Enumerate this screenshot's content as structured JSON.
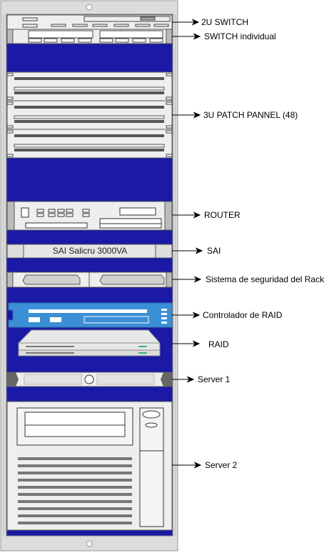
{
  "diagram": {
    "labels": {
      "switch_2u": "2U SWITCH",
      "switch_individual": "SWITCH individual",
      "patch_panel": "3U PATCH PANNEL (48)",
      "router": "ROUTER",
      "sai": "SAI",
      "security": "Sistema de seguridad del Rack",
      "raid_controller": "Controlador de RAID",
      "raid": "RAID",
      "server1": "Server 1",
      "server2": "Server 2"
    },
    "sai_device_text": "SAI Salicru 3000VA",
    "colors": {
      "rack_interior": "#1a1aa6",
      "rack_frame": "#dcdcdc",
      "device_face": "#eeeeee",
      "raid_controller": "#3a8fd6",
      "connector": "#000000"
    }
  }
}
